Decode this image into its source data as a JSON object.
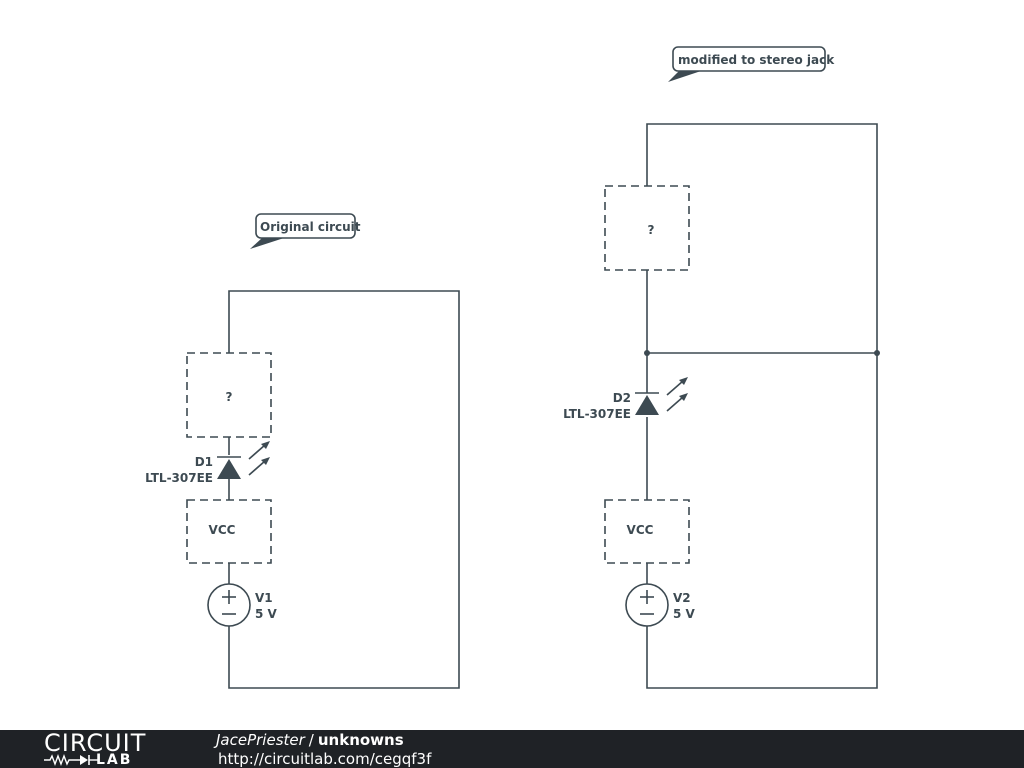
{
  "notes": {
    "original": "Original circuit",
    "modified": "modified to stereo jack"
  },
  "left_circuit": {
    "box_unknown": "?",
    "diode_ref": "D1",
    "diode_part": "LTL-307EE",
    "box_vcc": "VCC",
    "source_ref": "V1",
    "source_value": "5 V"
  },
  "right_circuit": {
    "box_unknown": "?",
    "diode_ref": "D2",
    "diode_part": "LTL-307EE",
    "box_vcc": "VCC",
    "source_ref": "V2",
    "source_value": "5 V"
  },
  "footer": {
    "logo_top": "CIRCUIT",
    "logo_bottom": "LAB",
    "author": "JacePriester",
    "separator": "/",
    "circuit_name": "unknowns",
    "url": "http://circuitlab.com/cegqf3f"
  },
  "colors": {
    "schematic": "#3d4a52",
    "footer_bg": "#1f2226"
  }
}
